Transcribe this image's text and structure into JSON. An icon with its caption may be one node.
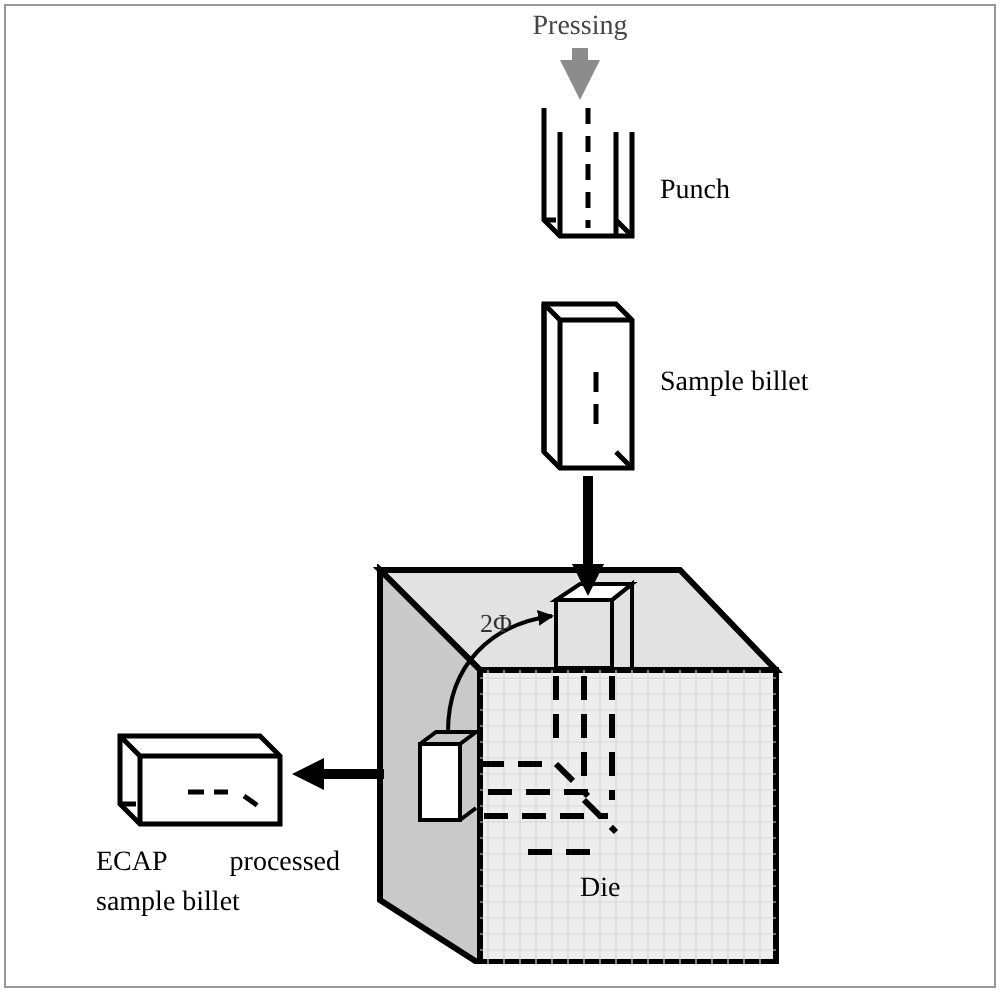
{
  "diagram": {
    "nodes": [
      {
        "text": [
          "Pressing"
        ]
      },
      {
        "text": [],
        "shape": "picture",
        "beside": [
          "Punch"
        ]
      },
      {
        "text": [],
        "shape": "picture",
        "beside": [
          "Sample billet"
        ]
      },
      {
        "text": [
          "Die"
        ]
      },
      {
        "text": [],
        "shape": "picture",
        "beside": [
          "ECAP processed sample billet"
        ]
      }
    ],
    "edges": [
      {
        "from": 0,
        "to": 1,
        "arrow": "to",
        "color": "#8c8c8c"
      },
      {
        "from": 2,
        "to": 3,
        "arrow": "to"
      },
      {
        "from": 3,
        "to": 4,
        "arrow": "to"
      }
    ],
    "labels": [
      "2Φ"
    ]
  }
}
